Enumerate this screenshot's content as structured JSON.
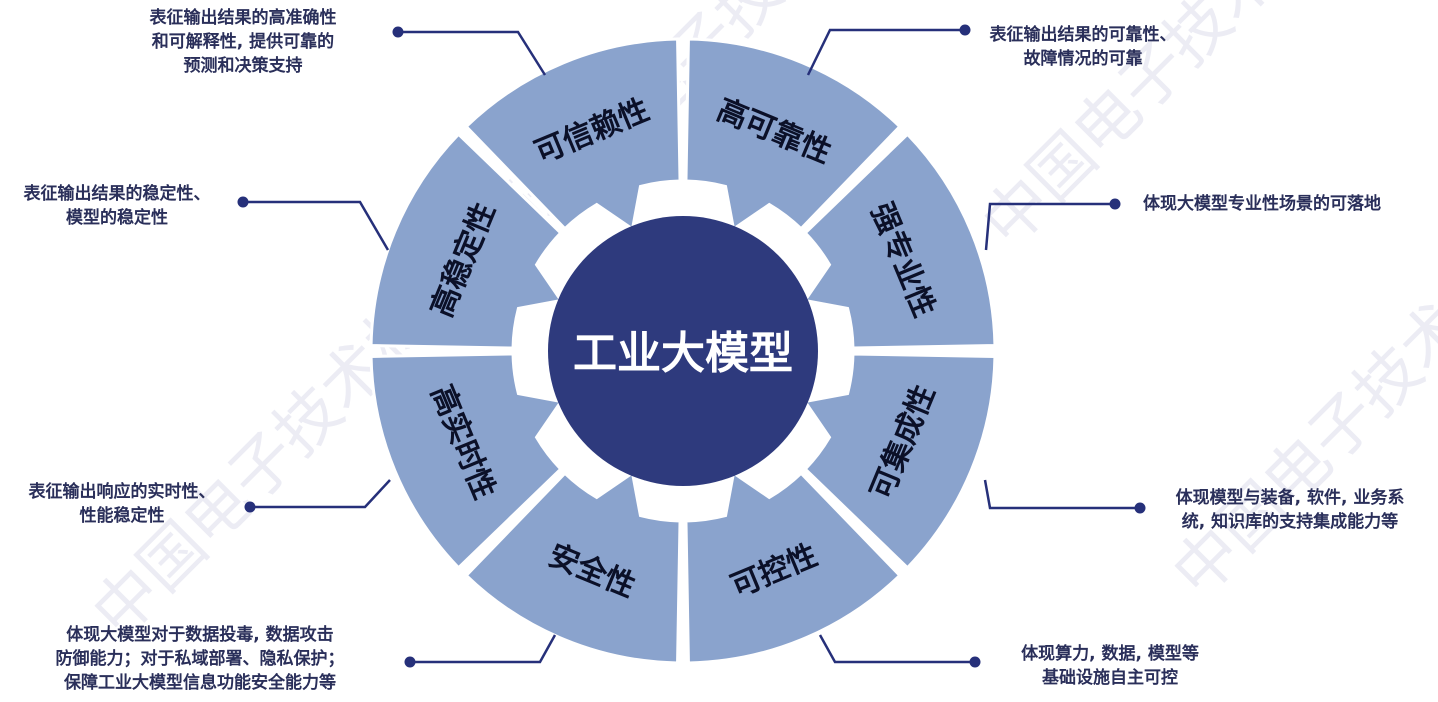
{
  "center": {
    "title": "工业大模型",
    "color": "#2e3a7d"
  },
  "colors": {
    "segment": "#8aa3cd",
    "segment_edge": "#ffffff",
    "connector": "#26307a",
    "text": "#2a2f5a"
  },
  "segments": [
    {
      "label": "高可靠性",
      "desc": [
        "表征输出结果的可靠性、",
        "故障情况的可靠"
      ]
    },
    {
      "label": "强专业性",
      "desc": [
        "体现大模型专业性场景的可落地"
      ]
    },
    {
      "label": "可集成性",
      "desc": [
        "体现模型与装备, 软件, 业务系",
        "统, 知识库的支持集成能力等"
      ]
    },
    {
      "label": "可控性",
      "desc": [
        "体现算力, 数据, 模型等",
        "基础设施自主可控"
      ]
    },
    {
      "label": "安全性",
      "desc": [
        "体现大模型对于数据投毒, 数据攻击",
        "防御能力；对于私域部署、隐私保护；",
        "保障工业大模型信息功能安全能力等"
      ]
    },
    {
      "label": "高实时性",
      "desc": [
        "表征输出响应的实时性、",
        "性能稳定性"
      ]
    },
    {
      "label": "高稳定性",
      "desc": [
        "表征输出结果的稳定性、",
        "模型的稳定性"
      ]
    },
    {
      "label": "可信赖性",
      "desc": [
        "表征输出结果的高准确性",
        "和可解释性, 提供可靠的",
        "预测和决策支持"
      ]
    }
  ],
  "watermark": "中国电子技术标准化研究院"
}
